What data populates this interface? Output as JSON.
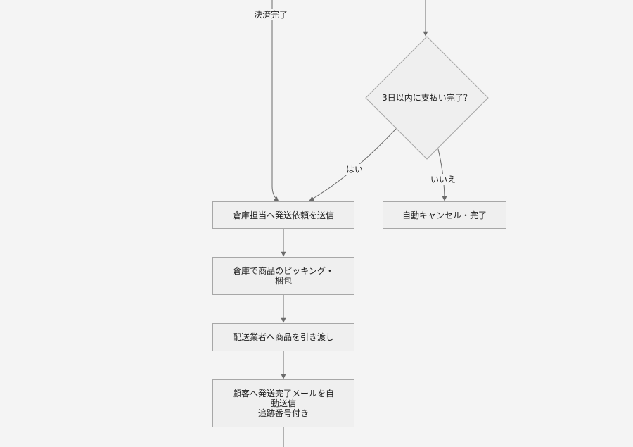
{
  "edges": {
    "paid_label": "決済完了",
    "yes_label": "はい",
    "no_label": "いいえ"
  },
  "decision": {
    "label": "3日以内に支払い完了？"
  },
  "nodes": {
    "warehouse_request": "倉庫担当へ発送依頼を送信",
    "auto_cancel": "自動キャンセル・完了",
    "picking": "倉庫で商品のピッキング・\n梱包",
    "handover": "配送業者へ商品を引き渡し",
    "notify": "顧客へ発送完了メールを自\n動送信\n追跡番号付き"
  },
  "colors": {
    "background": "#f4f4f4",
    "node_fill": "#efefef",
    "node_border": "#a7a7a7",
    "edge": "#6b6b6b"
  }
}
